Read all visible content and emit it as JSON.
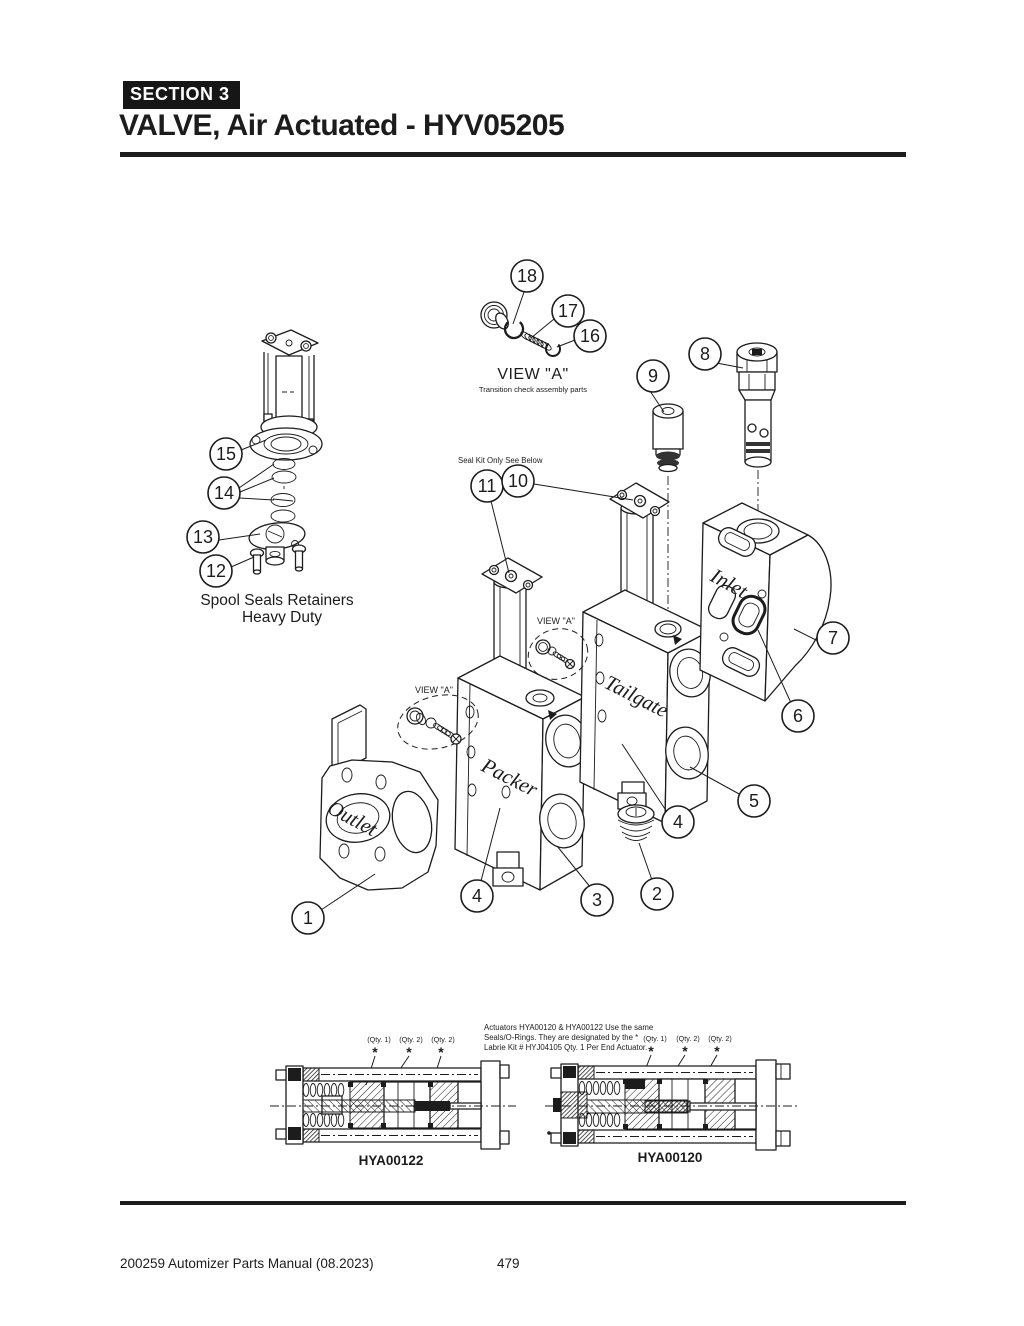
{
  "header": {
    "section_badge": "SECTION 3",
    "title": "VALVE, Air Actuated - HYV05205"
  },
  "diagram": {
    "seal_kit_note": "Seal Kit Only See Below",
    "view_a": {
      "title": "VIEW \"A\"",
      "subtitle": "Transition check assembly parts"
    },
    "view_a_small_1": "VIEW \"A\"",
    "view_a_small_2": "VIEW \"A\"",
    "spool_caption": {
      "line1": "Spool Seals Retainers",
      "line2": "Heavy Duty"
    },
    "section_labels": {
      "outlet": "Outlet",
      "packer": "Packer",
      "tailgate": "Tailgate",
      "inlet": "Inlet"
    },
    "callouts": {
      "c1": "1",
      "c2": "2",
      "c3": "3",
      "c4a": "4",
      "c4b": "4",
      "c5": "5",
      "c6": "6",
      "c7": "7",
      "c8": "8",
      "c9": "9",
      "c10": "10",
      "c11": "11",
      "c12": "12",
      "c13": "13",
      "c14": "14",
      "c15": "15",
      "c16": "16",
      "c17": "17",
      "c18": "18"
    }
  },
  "bottom": {
    "note": {
      "line1": "Actuators HYA00120 & HYA00122 Use the same",
      "line2": "Seals/O-Rings. They are designated by the *",
      "line3": "Labrie Kit #  HYJ04105 Qty. 1 Per End Actuator."
    },
    "left_figure": {
      "label": "HYA00122",
      "qty1": "(Qty. 1)",
      "qty2": "(Qty. 2)",
      "qty3": "(Qty. 2)",
      "asterisk": "*"
    },
    "right_figure": {
      "label": "HYA00120",
      "qty1": "(Qty. 1)",
      "qty2": "(Qty. 2)",
      "qty3": "(Qty. 2)",
      "asterisk": "*"
    }
  },
  "footer": {
    "manual_title": "200259 Automizer Parts Manual (08.2023)",
    "page_number": "479"
  }
}
